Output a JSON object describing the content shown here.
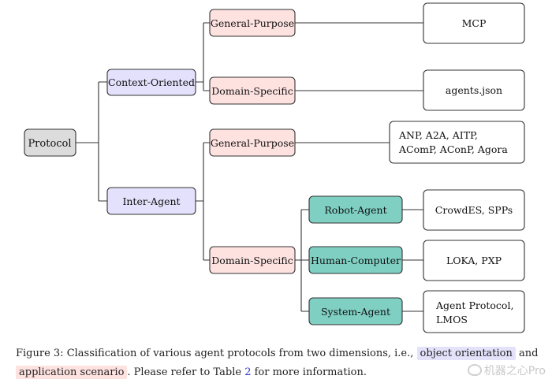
{
  "colors": {
    "root": "#dcdcdc",
    "level1": "#e3e1fb",
    "level2": "#fde2e0",
    "level3": "#7fcfc3",
    "leaf": "#ffffff",
    "stroke": "#333333",
    "link": "#2a34c9"
  },
  "tree": {
    "root": "Protocol",
    "context_oriented": "Context-Oriented",
    "inter_agent": "Inter-Agent",
    "co_general": "General-Purpose",
    "co_domain": "Domain-Specific",
    "ia_general": "General-Purpose",
    "ia_domain": "Domain-Specific",
    "robot_agent": "Robot-Agent",
    "human_computer": "Human-Computer",
    "system_agent": "System-Agent",
    "leaf_mcp": "MCP",
    "leaf_agents_json": "agents.json",
    "leaf_general_line1": "ANP, A2A, AITP,",
    "leaf_general_line2": "AComP, AConP, Agora",
    "leaf_robot": "CrowdES, SPPs",
    "leaf_human": "LOKA, PXP",
    "leaf_system_line1": "Agent Protocol,",
    "leaf_system_line2": "LMOS"
  },
  "caption": {
    "prefix": "Figure 3: Classification of various agent protocols from two dimensions, i.e.,",
    "highlight1": "object orientation",
    "and": "and",
    "highlight2": "application scenario",
    "middle": ". Please refer to Table",
    "ref": "2",
    "suffix": "for more information."
  },
  "watermark": "机器之心Pro"
}
